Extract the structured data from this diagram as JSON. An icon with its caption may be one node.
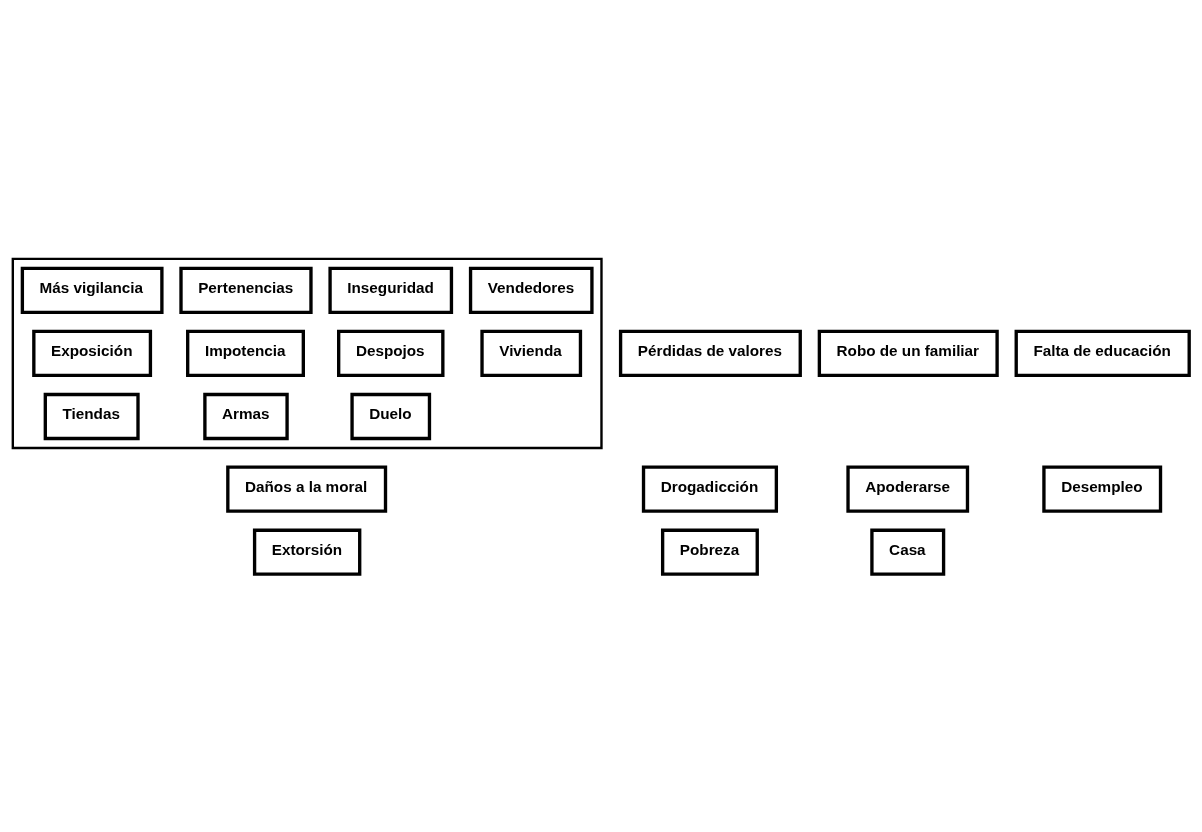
{
  "diagram": {
    "nodes": [
      {
        "text": [],
        "shape": "box"
      },
      {
        "text": [
          "Inseguridad"
        ],
        "in": 0
      },
      {
        "text": [
          "Más vigilancia"
        ],
        "in": 0
      },
      {
        "text": [
          "Vivienda"
        ],
        "in": 0
      },
      {
        "text": [
          "Casa"
        ]
      },
      {
        "text": [
          "Apoderarse"
        ]
      },
      {
        "text": [
          "Pertenencias"
        ],
        "in": 0
      },
      {
        "text": [
          "Tiendas"
        ],
        "in": 0
      },
      {
        "text": [
          "Vendedores"
        ],
        "in": 0
      },
      {
        "text": [
          "Despojos"
        ],
        "in": 0
      },
      {
        "text": [
          "Duelo"
        ],
        "in": 0
      },
      {
        "text": [
          "Impotencia"
        ],
        "in": 0
      },
      {
        "text": [
          "Armas"
        ],
        "in": 0
      },
      {
        "text": [
          "Exposición"
        ],
        "in": 0
      },
      {
        "text": [
          "Desempleo"
        ]
      },
      {
        "text": [
          "Extorsión"
        ]
      },
      {
        "text": [
          "Pobreza"
        ]
      },
      {
        "text": [
          "Drogadicción"
        ]
      },
      {
        "text": [
          "Robo de un familiar"
        ]
      },
      {
        "text": [
          "Pérdidas de valores"
        ]
      },
      {
        "text": [
          "Falta de educación"
        ]
      },
      {
        "text": [
          "Daños a la moral"
        ]
      }
    ],
    "edges": []
  }
}
